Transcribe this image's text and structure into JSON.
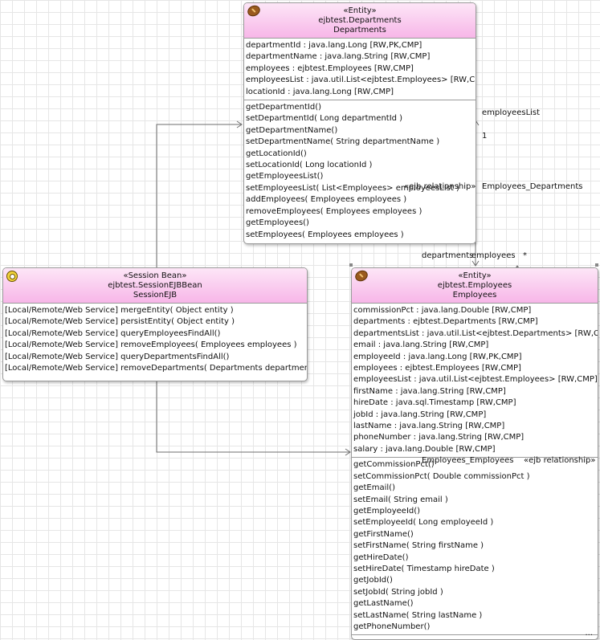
{
  "departments": {
    "stereotype": "«Entity»",
    "qualified_name": "ejbtest.Departments",
    "name": "Departments",
    "icon": "entity-bean-icon",
    "attributes": [
      "departmentId : java.lang.Long [RW,PK,CMP]",
      "departmentName : java.lang.String [RW,CMP]",
      "employees : ejbtest.Employees [RW,CMP]",
      "employeesList : java.util.List<ejbtest.Employees> [RW,CMP]",
      "locationId : java.lang.Long [RW,CMP]"
    ],
    "methods": [
      "getDepartmentId()",
      "setDepartmentId( Long departmentId )",
      "getDepartmentName()",
      "setDepartmentName( String departmentName )",
      "getLocationId()",
      "setLocationId( Long locationId )",
      "getEmployeesList()",
      "setEmployeesList( List<Employees> employeesList )",
      "addEmployees( Employees employees )",
      "removeEmployees( Employees employees )",
      "getEmployees()",
      "setEmployees( Employees employees )"
    ]
  },
  "session": {
    "stereotype": "«Session Bean»",
    "qualified_name": "ejbtest.SessionEJBBean",
    "name": "SessionEJB",
    "icon": "session-bean-icon",
    "methods": [
      "[Local/Remote/Web Service] mergeEntity( Object entity )",
      "[Local/Remote/Web Service] persistEntity( Object entity )",
      "[Local/Remote/Web Service] queryEmployeesFindAll()",
      "[Local/Remote/Web Service] removeEmployees( Employees employees )",
      "[Local/Remote/Web Service] queryDepartmentsFindAll()",
      "[Local/Remote/Web Service] removeDepartments( Departments departments )"
    ]
  },
  "employees": {
    "stereotype": "«Entity»",
    "qualified_name": "ejbtest.Employees",
    "name": "Employees",
    "icon": "entity-bean-icon",
    "attributes": [
      "commissionPct : java.lang.Double [RW,CMP]",
      "departments : ejbtest.Departments [RW,CMP]",
      "departmentsList : java.util.List<ejbtest.Departments> [RW,CMP]",
      "email : java.lang.String [RW,CMP]",
      "employeeId : java.lang.Long [RW,PK,CMP]",
      "employees : ejbtest.Employees [RW,CMP]",
      "employeesList : java.util.List<ejbtest.Employees> [RW,CMP]",
      "firstName : java.lang.String [RW,CMP]",
      "hireDate : java.sql.Timestamp [RW,CMP]",
      "jobId : java.lang.String [RW,CMP]",
      "lastName : java.lang.String [RW,CMP]",
      "phoneNumber : java.lang.String [RW,CMP]",
      "salary : java.lang.Double [RW,CMP]"
    ],
    "methods": [
      "getCommissionPct()",
      "setCommissionPct( Double commissionPct )",
      "getEmail()",
      "setEmail( String email )",
      "getEmployeeId()",
      "setEmployeeId( Long employeeId )",
      "getFirstName()",
      "setFirstName( String firstName )",
      "getHireDate()",
      "setHireDate( Timestamp hireDate )",
      "getJobId()",
      "setJobId( String jobId )",
      "getLastName()",
      "setLastName( String lastName )",
      "getPhoneNumber()"
    ],
    "overflow": "..."
  },
  "relations": {
    "dept_emp": {
      "role_employees_list": "employeesList",
      "multiplicity_one": "1",
      "stereotype_a": "«ejb relationship»",
      "name": "Employees_Departments",
      "role_departments": "departments",
      "role_employees": "employees",
      "multiplicity_many": "*"
    },
    "emp_emp": {
      "name": "Employees_Employees",
      "stereotype": "«ejb relationship»"
    }
  }
}
